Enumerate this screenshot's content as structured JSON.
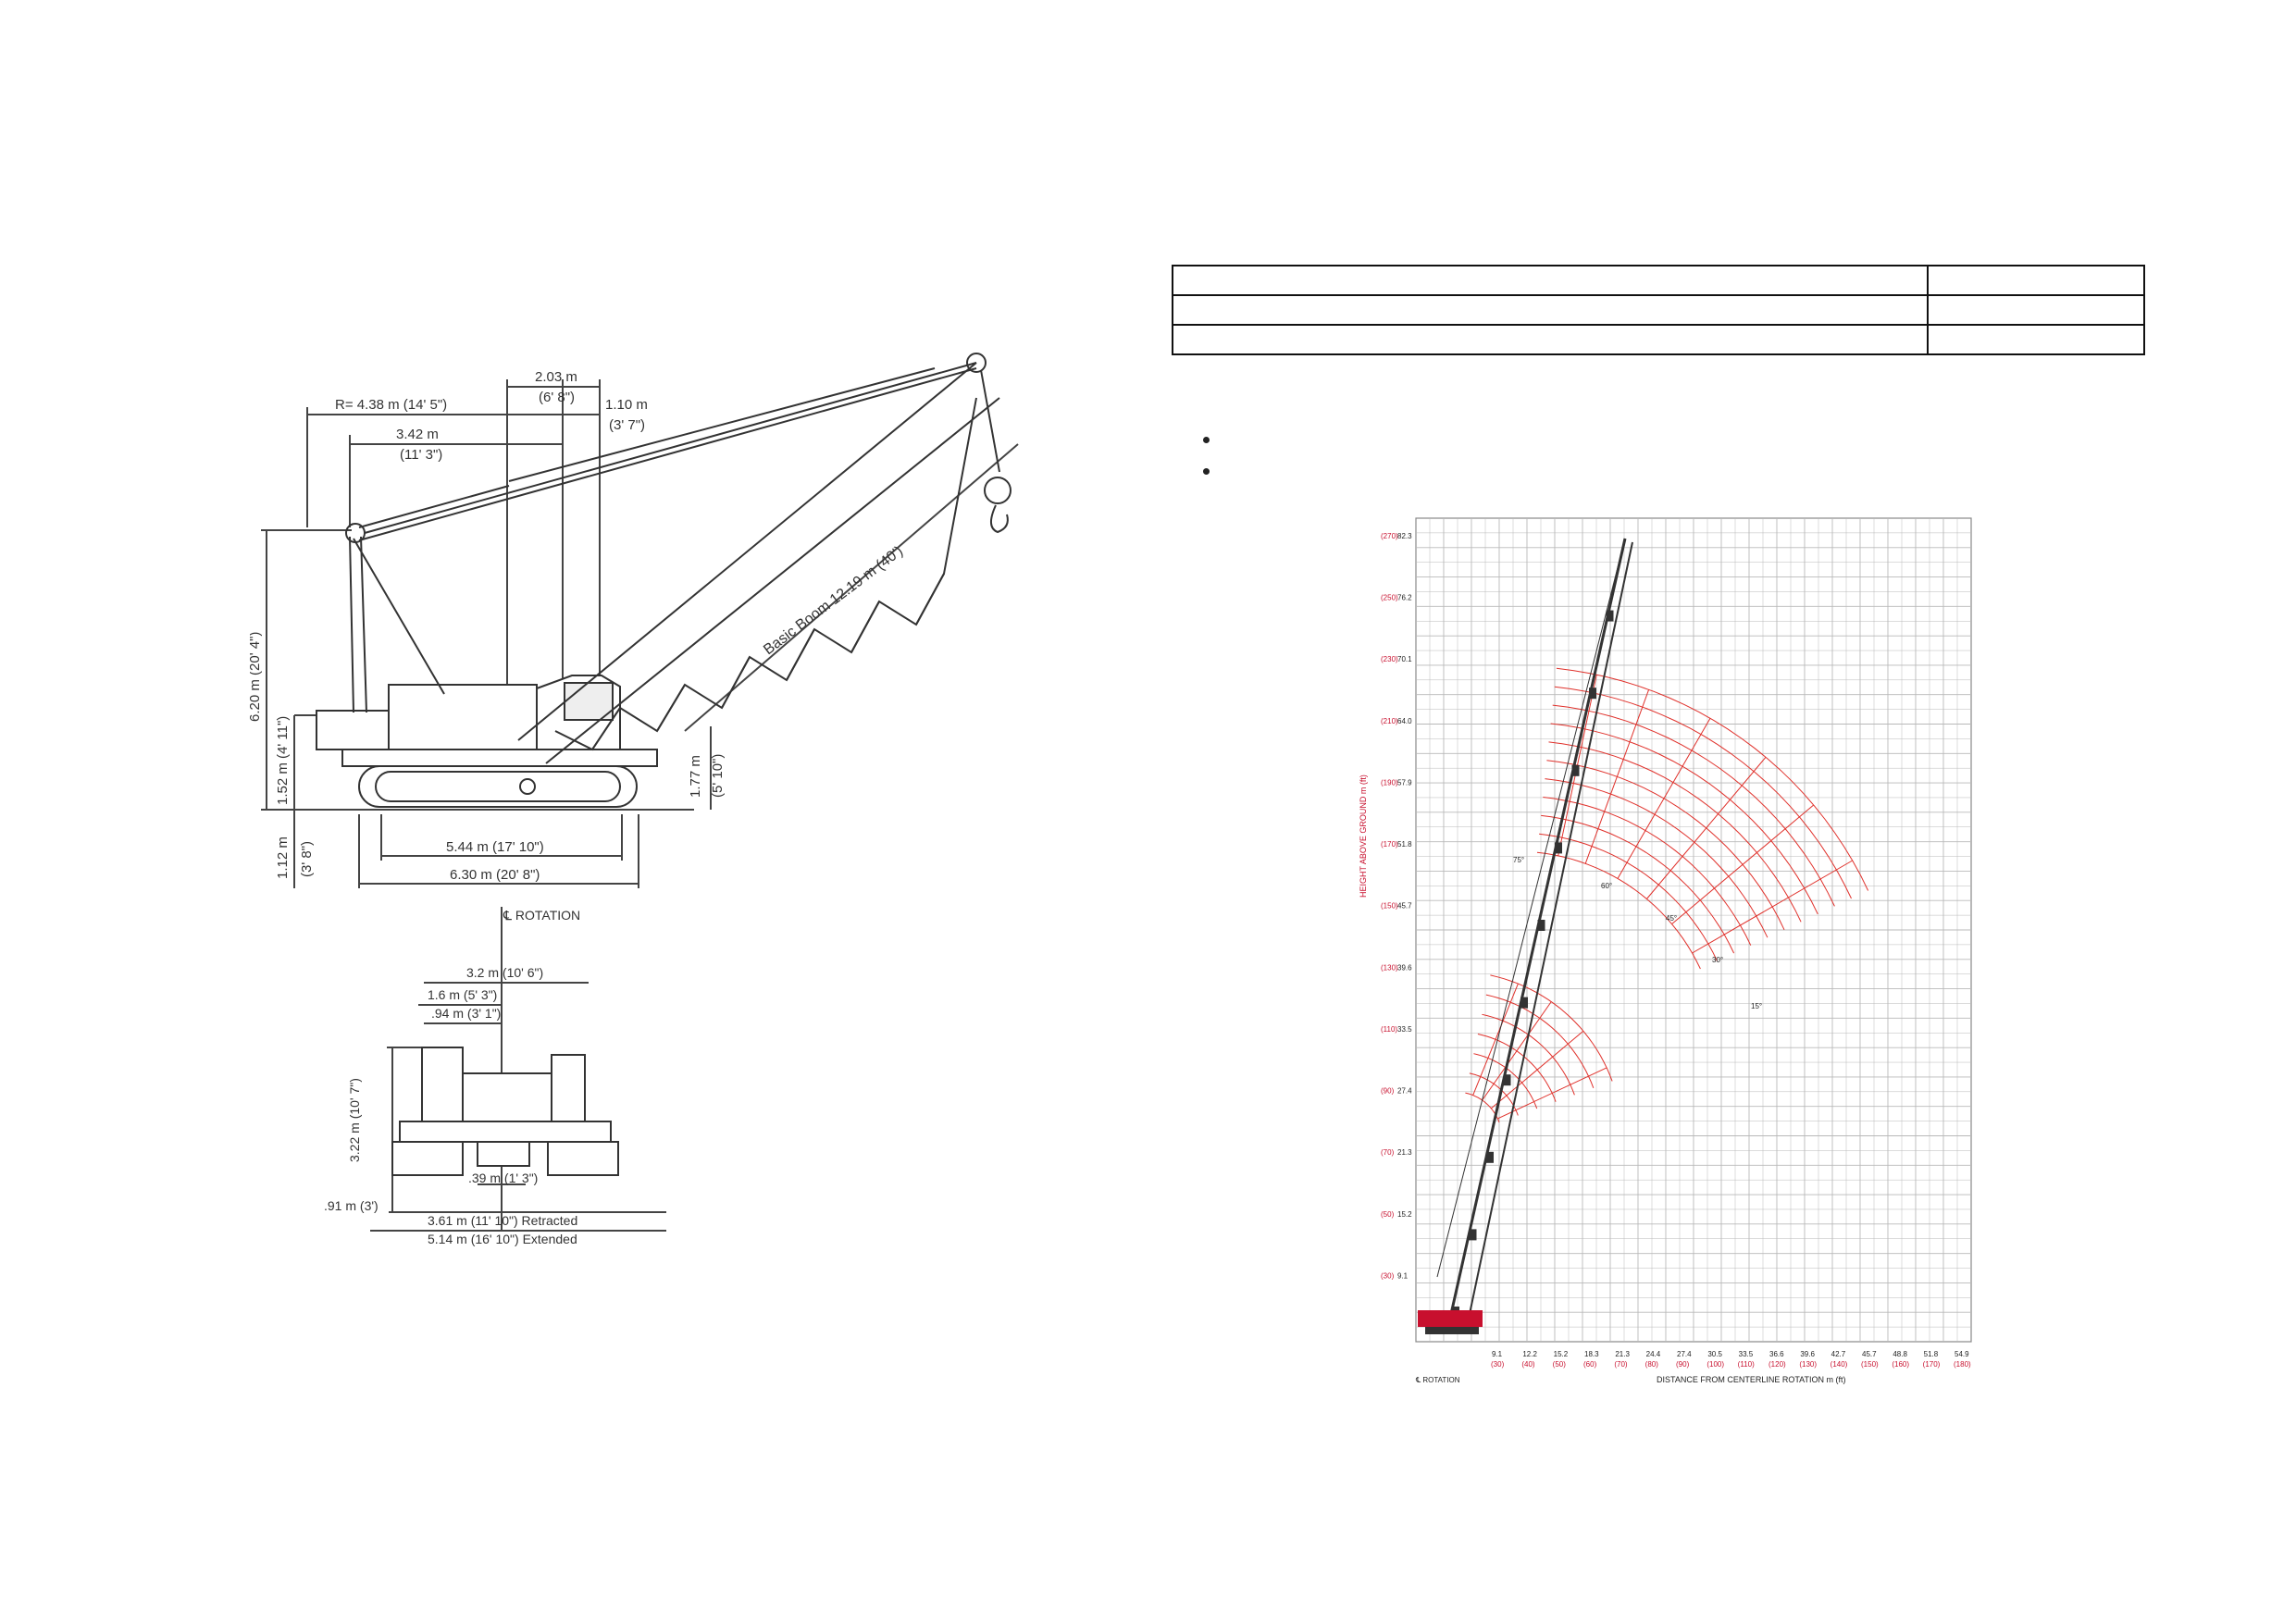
{
  "side_view": {
    "dims": {
      "radius": "R= 4.38 m (14' 5\")",
      "d342": "3.42 m",
      "d342_ft": "(11' 3\")",
      "d203": "2.03 m",
      "d203_ft": "(6' 8\")",
      "d110": "1.10 m",
      "d110_ft": "(3' 7\")",
      "height620": "6.20 m (20' 4\")",
      "height152": "1.52 m (4' 11\")",
      "height112": "1.12 m",
      "height112_ft": "(3' 8\")",
      "height177": "1.77 m",
      "height177_ft": "(5' 10\")",
      "boom": "Basic Boom 12.19 m (40')",
      "length544": "5.44 m (17' 10\")",
      "length630": "6.30 m (20' 8\")"
    }
  },
  "rear_view": {
    "rotation": "℄ ROTATION",
    "dims": {
      "w32": "3.2 m (10' 6\")",
      "w16": "1.6 m (5' 3\")",
      "w94": ".94 m (3' 1\")",
      "h322": "3.22 m (10' 7\")",
      "w39": ".39 m (1' 3\")",
      "h91": ".91 m (3')",
      "retracted": "3.61 m (11' 10\") Retracted",
      "extended": "5.14 m (16' 10\") Extended"
    }
  },
  "spec_table": {
    "rows": [
      [
        "",
        ""
      ],
      [
        "",
        ""
      ],
      [
        "",
        ""
      ]
    ]
  },
  "notes": [
    "",
    ""
  ],
  "range_chart": {
    "y_axis_title": "HEIGHT ABOVE GROUND m (ft)",
    "x_axis_title": "DISTANCE FROM CENTERLINE ROTATION m (ft)",
    "y_ticks_m": [
      "82.3",
      "76.2",
      "70.1",
      "64.0",
      "57.9",
      "51.8",
      "45.7",
      "39.6",
      "33.5",
      "27.4",
      "21.3",
      "15.2",
      "9.1"
    ],
    "y_ticks_ft": [
      "(270)",
      "(250)",
      "(230)",
      "(210)",
      "(190)",
      "(170)",
      "(150)",
      "(130)",
      "(110)",
      "(90)",
      "(70)",
      "(50)",
      "(30)"
    ],
    "x_ticks_m": [
      "9.1",
      "12.2",
      "15.2",
      "18.3",
      "21.3",
      "24.4",
      "27.4",
      "30.5",
      "33.5",
      "36.6",
      "39.6",
      "42.7",
      "45.7",
      "48.8",
      "51.8",
      "54.9"
    ],
    "x_ticks_ft": [
      "(30)",
      "(40)",
      "(50)",
      "(60)",
      "(70)",
      "(80)",
      "(90)",
      "(100)",
      "(110)",
      "(120)",
      "(130)",
      "(140)",
      "(150)",
      "(160)",
      "(170)",
      "(180)"
    ],
    "angle_labels": [
      "75°",
      "60°",
      "45°",
      "30°",
      "15°"
    ],
    "rotation_label": "℄ ROTATION",
    "colors": {
      "grid": "#b9b9b9",
      "range": "#e0312b",
      "crane": "#c8102e",
      "ink": "#222222"
    }
  }
}
